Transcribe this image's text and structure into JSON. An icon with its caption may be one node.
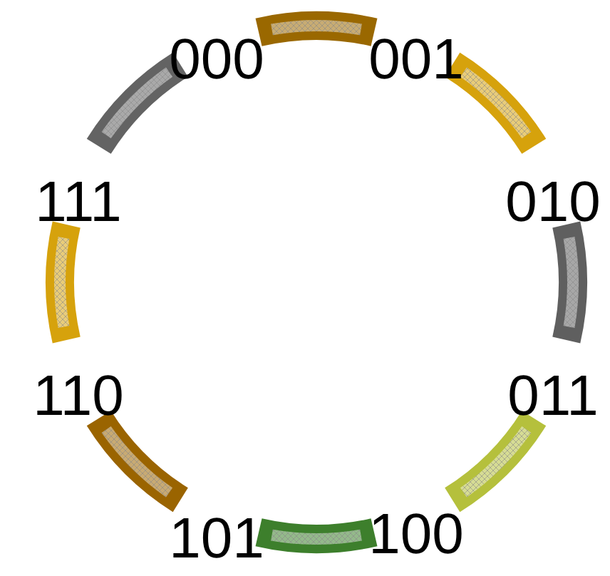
{
  "diagram": {
    "labels": [
      "000",
      "001",
      "111",
      "010",
      "110",
      "011",
      "101",
      "100"
    ]
  }
}
